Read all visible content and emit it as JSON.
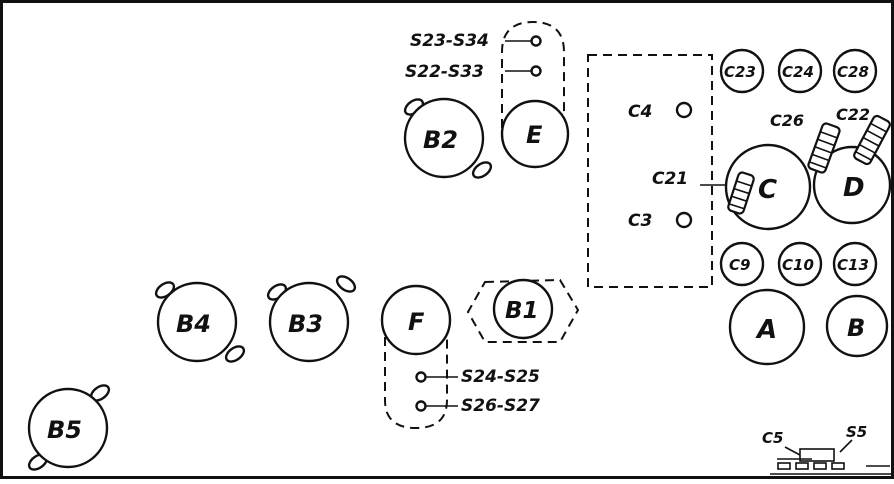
{
  "labels": {
    "s23_s34": "S23-S34",
    "s22_s33": "S22-S33",
    "b2": "B2",
    "e": "E",
    "c4": "C4",
    "c21": "C21",
    "c3": "C3",
    "c23": "C23",
    "c24": "C24",
    "c28": "C28",
    "c26": "C26",
    "c22": "C22",
    "c": "C",
    "d": "D",
    "c9": "C9",
    "c10": "C10",
    "c13": "C13",
    "a": "A",
    "b": "B",
    "b4": "B4",
    "b3": "B3",
    "f": "F",
    "b1": "B1",
    "s24_s25": "S24-S25",
    "s26_s27": "S26-S27",
    "b5": "B5",
    "c5": "C5",
    "s5": "S5"
  }
}
